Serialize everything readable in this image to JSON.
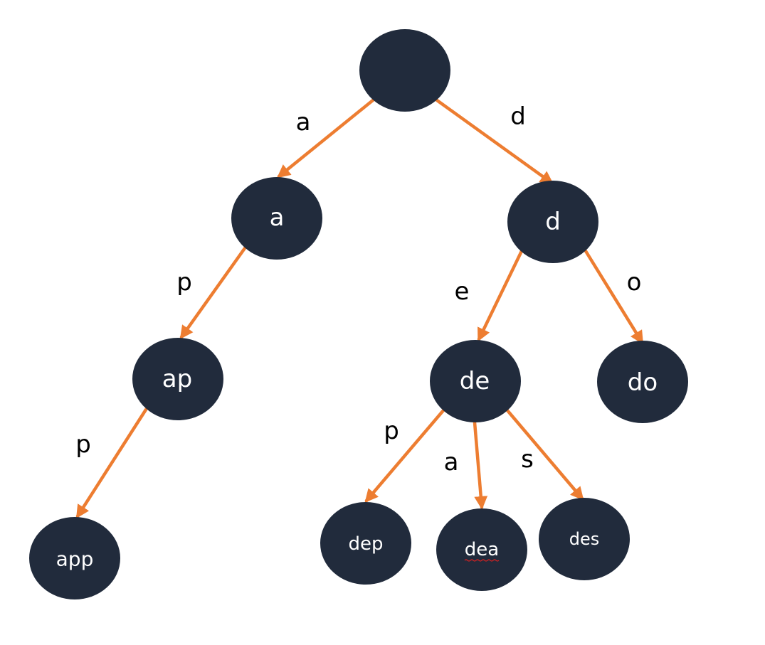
{
  "diagram": {
    "node_color": "#212B3C",
    "edge_color": "#ED7D31",
    "label_color": "#000000",
    "nodes": [
      {
        "id": "root",
        "label": ""
      },
      {
        "id": "a",
        "label": "a"
      },
      {
        "id": "d",
        "label": "d"
      },
      {
        "id": "ap",
        "label": "ap"
      },
      {
        "id": "de",
        "label": "de"
      },
      {
        "id": "do",
        "label": "do"
      },
      {
        "id": "app",
        "label": "app"
      },
      {
        "id": "dep",
        "label": "dep"
      },
      {
        "id": "dea",
        "label": "dea"
      },
      {
        "id": "des",
        "label": "des"
      }
    ],
    "edges": [
      {
        "from": "root",
        "to": "a",
        "label": "a"
      },
      {
        "from": "root",
        "to": "d",
        "label": "d"
      },
      {
        "from": "a",
        "to": "ap",
        "label": "p"
      },
      {
        "from": "ap",
        "to": "app",
        "label": "p"
      },
      {
        "from": "d",
        "to": "de",
        "label": "e"
      },
      {
        "from": "d",
        "to": "do",
        "label": "o"
      },
      {
        "from": "de",
        "to": "dep",
        "label": "p"
      },
      {
        "from": "de",
        "to": "dea",
        "label": "a"
      },
      {
        "from": "de",
        "to": "des",
        "label": "s"
      }
    ]
  }
}
